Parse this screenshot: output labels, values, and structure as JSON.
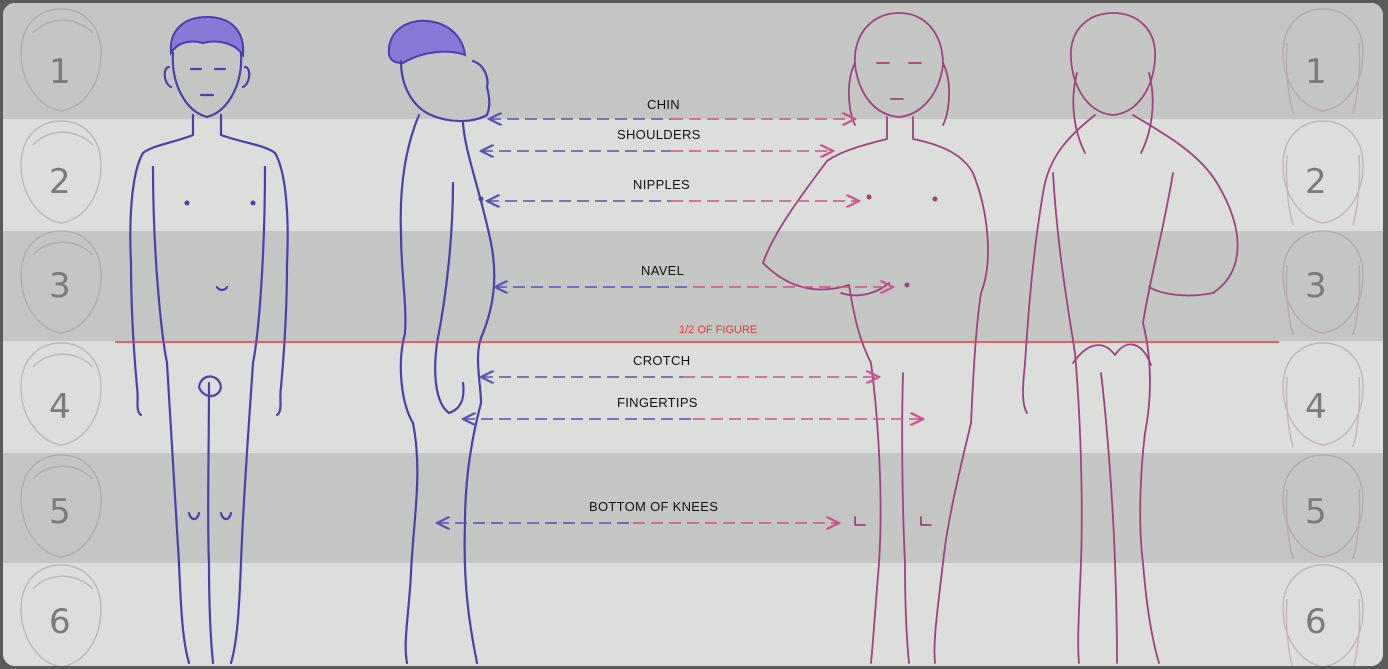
{
  "head_units": {
    "left": [
      "1",
      "2",
      "3",
      "4",
      "5",
      "6"
    ],
    "right": [
      "1",
      "2",
      "3",
      "4",
      "5",
      "6"
    ]
  },
  "landmarks": [
    {
      "id": "chin",
      "label": "CHIN"
    },
    {
      "id": "shoulders",
      "label": "SHOULDERS"
    },
    {
      "id": "nipples",
      "label": "NIPPLES"
    },
    {
      "id": "navel",
      "label": "NAVEL"
    },
    {
      "id": "crotch",
      "label": "CROTCH"
    },
    {
      "id": "fingertips",
      "label": "FINGERTIPS"
    },
    {
      "id": "knees",
      "label": "BOTTOM OF KNEES"
    }
  ],
  "half_line": {
    "label": "1/2 OF FIGURE",
    "color": "#e03a3a"
  },
  "colors": {
    "boy": "#4a3fb0",
    "boy_hair": "#8a78d8",
    "girl": "#a04080",
    "arrow_blue": "#5a52b8",
    "arrow_pink": "#d0508a",
    "band_dark": "#c4c6c4",
    "band_light": "#dcdedc"
  }
}
